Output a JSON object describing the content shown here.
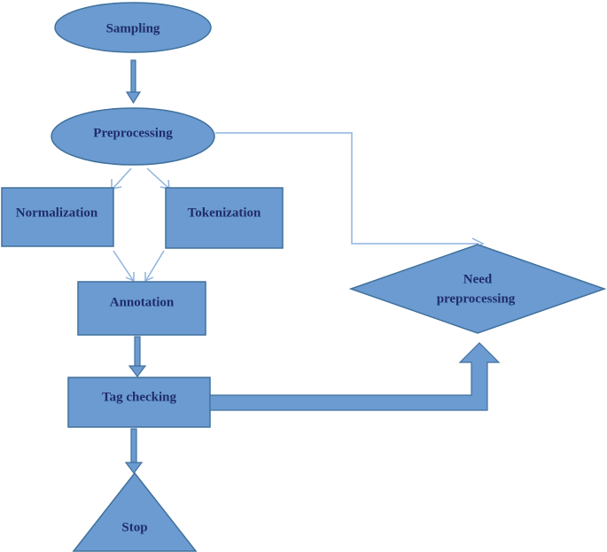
{
  "nodes": {
    "sampling": "Sampling",
    "preprocessing": "Preprocessing",
    "normalization": "Normalization",
    "tokenization": "Tokenization",
    "annotation": "Annotation",
    "tag_checking": "Tag checking",
    "need_preprocessing_line1": "Need",
    "need_preprocessing_line2": "preprocessing",
    "stop": "Stop"
  },
  "colors": {
    "shape_fill": "#6b9bd1",
    "shape_stroke": "#41719c",
    "text": "#1f2d6b",
    "thin_connector": "#8fb3de"
  }
}
